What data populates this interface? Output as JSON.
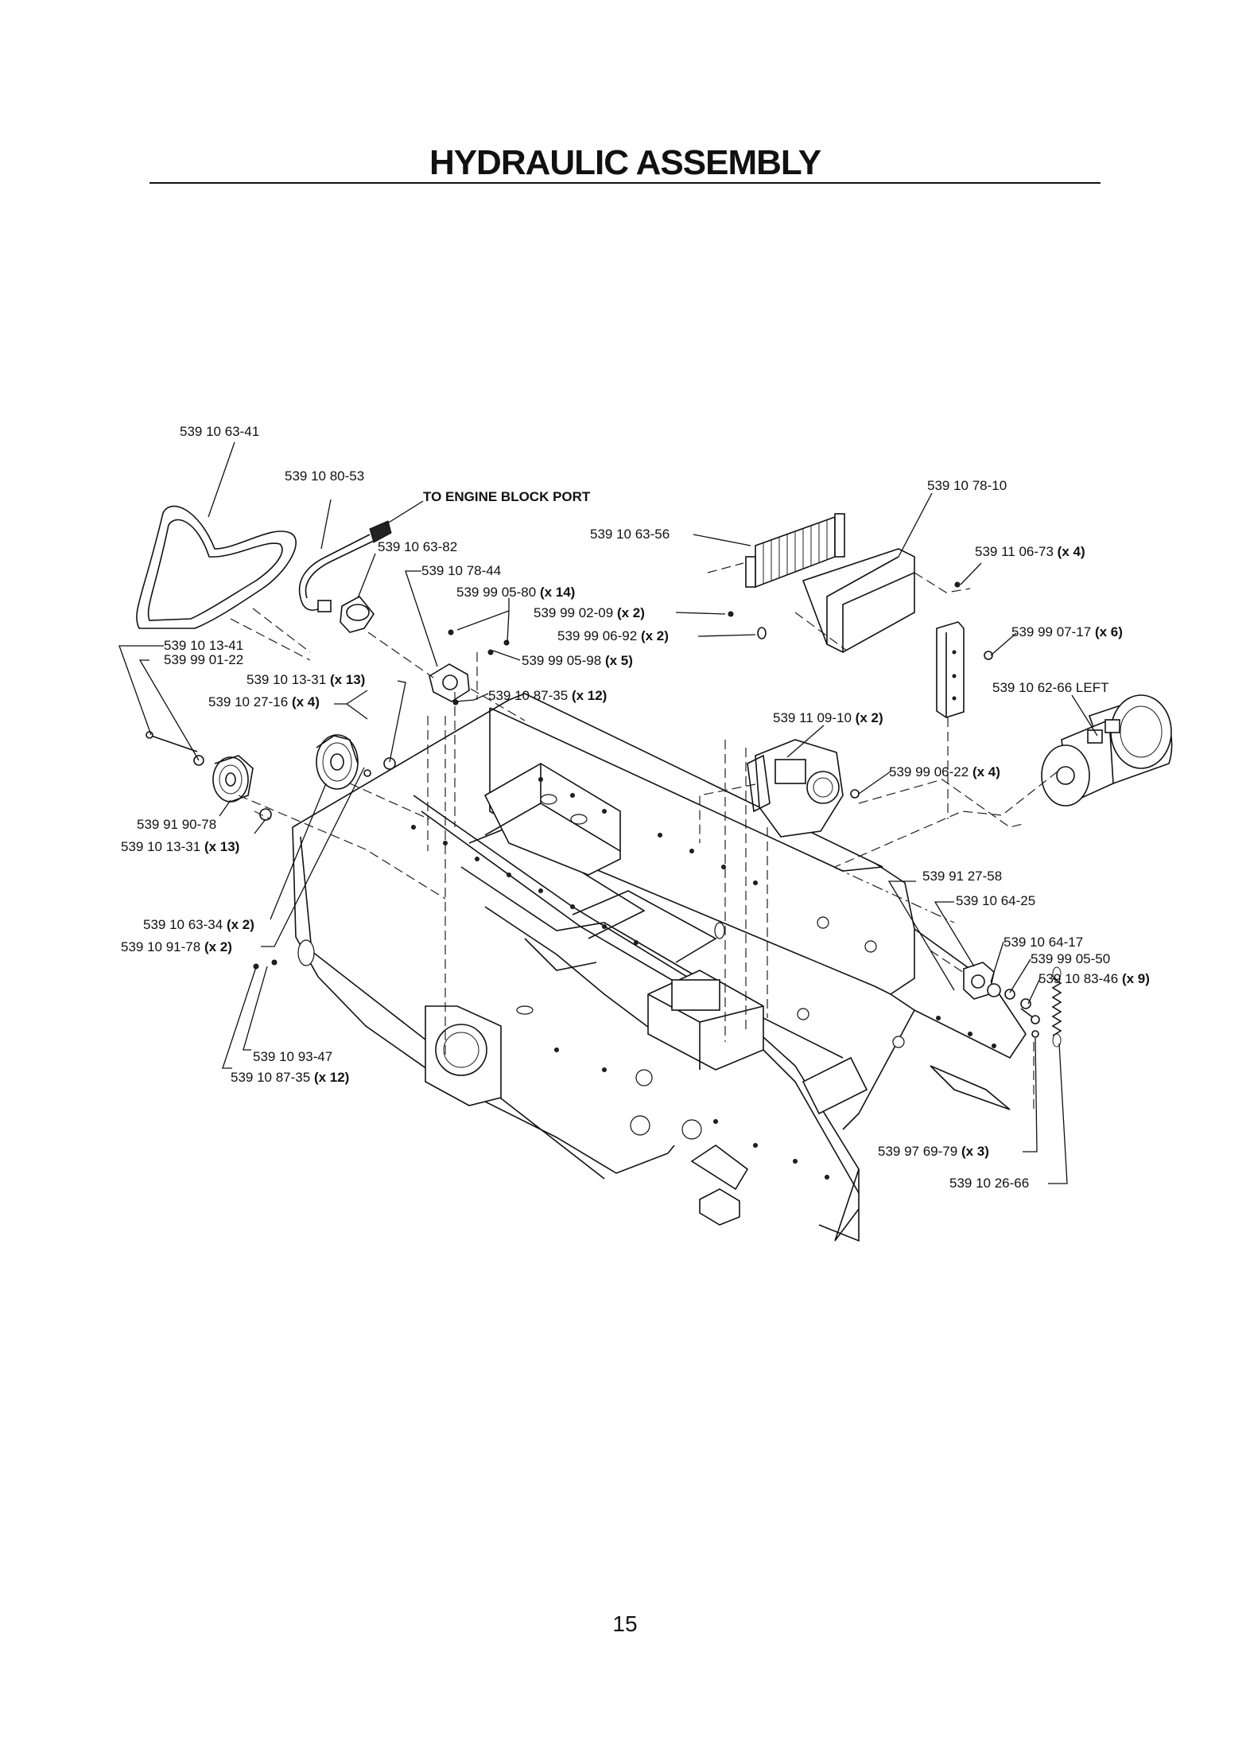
{
  "page": {
    "title": "HYDRAULIC ASSEMBLY",
    "page_number": "15"
  },
  "callouts": [
    {
      "id": "c01",
      "part": "539 10 63-41",
      "qty": ""
    },
    {
      "id": "c02",
      "part": "539 10 80-53",
      "qty": ""
    },
    {
      "id": "c03",
      "part": "TO ENGINE BLOCK PORT",
      "qty": ""
    },
    {
      "id": "c04",
      "part": "539 10 63-82",
      "qty": ""
    },
    {
      "id": "c05",
      "part": "539 10 78-44",
      "qty": ""
    },
    {
      "id": "c06",
      "part": "539 99 05-80",
      "qty": "(x 14)"
    },
    {
      "id": "c07",
      "part": "539 99 02-09",
      "qty": "(x 2)"
    },
    {
      "id": "c08",
      "part": "539 99 06-92",
      "qty": "(x 2)"
    },
    {
      "id": "c09",
      "part": "539 99 05-98",
      "qty": "(x 5)"
    },
    {
      "id": "c10",
      "part": "539 10 87-35",
      "qty": "(x 12)"
    },
    {
      "id": "c11",
      "part": "539 10 63-56",
      "qty": ""
    },
    {
      "id": "c12",
      "part": "539 10 78-10",
      "qty": ""
    },
    {
      "id": "c13",
      "part": "539 11 06-73",
      "qty": "(x 4)"
    },
    {
      "id": "c14",
      "part": "539 99 07-17",
      "qty": "(x 6)"
    },
    {
      "id": "c15",
      "part": "539 10 62-66 LEFT",
      "qty": ""
    },
    {
      "id": "c16",
      "part": "539 11 09-10",
      "qty": "(x 2)"
    },
    {
      "id": "c17",
      "part": "539 99 06-22",
      "qty": "(x 4)"
    },
    {
      "id": "c18",
      "part": "539 10 13-41",
      "qty": ""
    },
    {
      "id": "c19",
      "part": "539 99 01-22",
      "qty": ""
    },
    {
      "id": "c20",
      "part": "539 10 13-31",
      "qty": "(x 13)"
    },
    {
      "id": "c21",
      "part": "539 10 27-16",
      "qty": "(x 4)"
    },
    {
      "id": "c22",
      "part": "539 91 90-78",
      "qty": ""
    },
    {
      "id": "c23",
      "part": "539 10 13-31",
      "qty": "(x 13)"
    },
    {
      "id": "c24",
      "part": "539 10 63-34",
      "qty": "(x 2)"
    },
    {
      "id": "c25",
      "part": "539 10 91-78",
      "qty": "(x 2)"
    },
    {
      "id": "c26",
      "part": "539 10 93-47",
      "qty": ""
    },
    {
      "id": "c27",
      "part": "539 10 87-35",
      "qty": "(x 12)"
    },
    {
      "id": "c28",
      "part": "539 91 27-58",
      "qty": ""
    },
    {
      "id": "c29",
      "part": "539 10 64-25",
      "qty": ""
    },
    {
      "id": "c30",
      "part": "539 10 64-17",
      "qty": ""
    },
    {
      "id": "c31",
      "part": "539 99 05-50",
      "qty": ""
    },
    {
      "id": "c32",
      "part": "539 10 83-46",
      "qty": "(x 9)"
    },
    {
      "id": "c33",
      "part": "539 97 69-79",
      "qty": "(x 3)"
    },
    {
      "id": "c34",
      "part": "539 10 26-66",
      "qty": ""
    }
  ]
}
